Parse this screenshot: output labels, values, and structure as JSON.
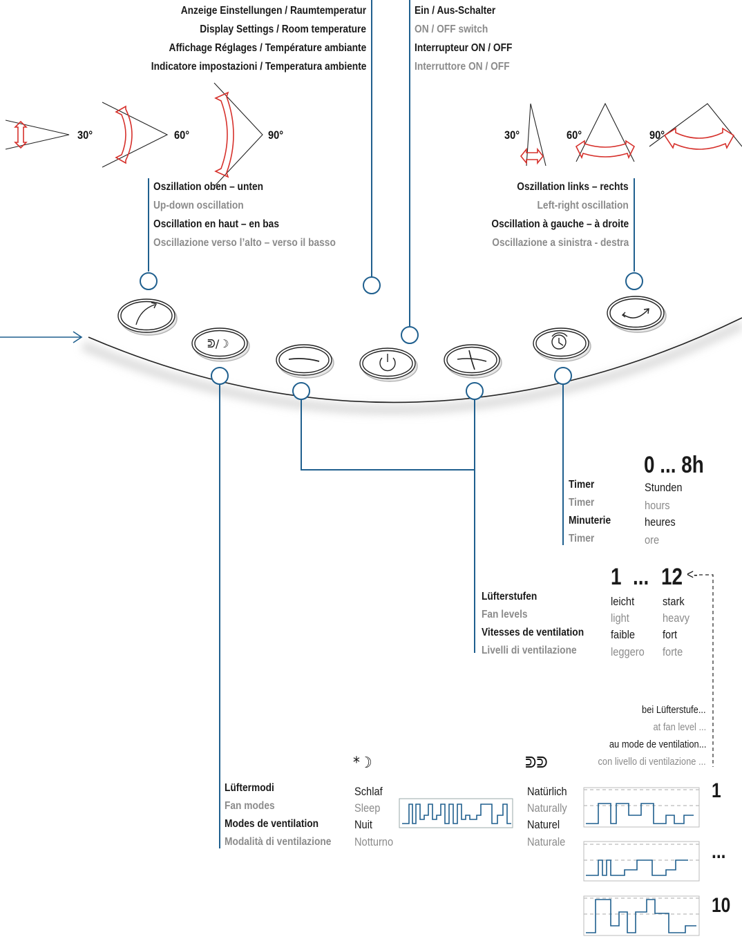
{
  "display_settings": {
    "lines": [
      "Anzeige Einstellungen / Raumtemperatur",
      "Display Settings / Room temperature",
      "Affichage Réglages / Température ambiante",
      "Indicatore impostazioni / Temperatura ambiente"
    ]
  },
  "power": {
    "lines": [
      "Ein / Aus-Schalter",
      "ON / OFF switch",
      "Interrupteur ON / OFF",
      "Interruttore ON / OFF"
    ]
  },
  "updown": {
    "angles": [
      "30°",
      "60°",
      "90°"
    ],
    "lines": [
      "Oszillation oben – unten",
      "Up-down oscillation",
      "Oscillation en haut – en bas",
      "Oscillazione verso l’alto – verso il basso"
    ]
  },
  "leftright": {
    "angles": [
      "30°",
      "60°",
      "90°"
    ],
    "lines": [
      "Oszillation links – rechts",
      "Left-right oscillation",
      "Oscillation à gauche – à droite",
      "Oscillazione a sinistra - destra"
    ]
  },
  "timer": {
    "range": "0 ... 8h",
    "labels": [
      "Timer",
      "Timer",
      "Minuterie",
      "Timer"
    ],
    "units": [
      "Stunden",
      "hours",
      "heures",
      "ore"
    ]
  },
  "fan_levels": {
    "min": "1",
    "dots": "...",
    "max": "12",
    "arrow": "<-",
    "labels": [
      "Lüfterstufen",
      "Fan levels",
      "Vitesses de ventilation",
      "Livelli di ventilazione"
    ],
    "low": [
      "leicht",
      "light",
      "faible",
      "leggero"
    ],
    "high": [
      "stark",
      "heavy",
      "fort",
      "forte"
    ]
  },
  "at_level": [
    "bei Lüfterstufe...",
    "at fan level ...",
    "au mode de ventilation...",
    "con livello di ventilazione ..."
  ],
  "fan_modes": {
    "labels": [
      "Lüftermodi",
      "Fan modes",
      "Modes de ventilation",
      "Modalità di ventilazione"
    ],
    "sleep": [
      "Schlaf",
      "Sleep",
      "Nuit",
      "Notturno"
    ],
    "natural": [
      "Natürlich",
      "Naturally",
      "Naturel",
      "Naturale"
    ],
    "level_marks": [
      "1",
      "...",
      "10"
    ]
  },
  "icons": {
    "buttons": [
      "updown-osc-icon",
      "mode-icon",
      "minus-icon",
      "power-icon",
      "plus-icon",
      "timer-icon",
      "leftright-osc-icon"
    ],
    "mode_symbols": [
      "moon-star-icon",
      "tree-icon"
    ]
  },
  "colors": {
    "red": "#d6302b",
    "blue": "#1f5f8e",
    "black": "#1a1a1a",
    "gray": "#8b8b8b"
  }
}
